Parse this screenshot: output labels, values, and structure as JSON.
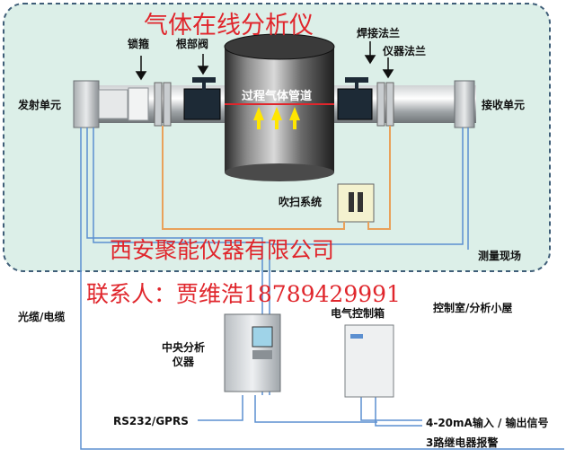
{
  "title": "气体在线分析仪",
  "field_zone": {
    "label": "测量现场",
    "colors": {
      "fill": "#dcefe8",
      "border": "#3f5e78"
    }
  },
  "units": {
    "emitter": "发射单元",
    "receiver": "接收单元",
    "lock_nut": "锁箍",
    "root_valve": "根部阀",
    "weld_flange": "焊接法兰",
    "instrument_flange": "仪器法兰",
    "pipe": "过程气体管道",
    "purge_system": "吹扫系统"
  },
  "control_room": {
    "label": "控制室/分析小屋",
    "cable": "光缆/电缆",
    "central_analyzer": [
      "中央分析",
      "仪器"
    ],
    "control_box": "电气控制箱",
    "rs232": "RS232/GPRS",
    "signal_io": "4-20mA输入 / 输出信号",
    "relay_alarm": "3路继电器报警"
  },
  "company": {
    "name": "西安聚能仪器有限公司",
    "contact": "联系人：贾维浩18789429991"
  },
  "colors": {
    "accent_red": "#e0262c",
    "cable_blue": "#5b8fd0",
    "cable_orange": "#e9a15a",
    "arrow_yellow": "#ffe600"
  }
}
